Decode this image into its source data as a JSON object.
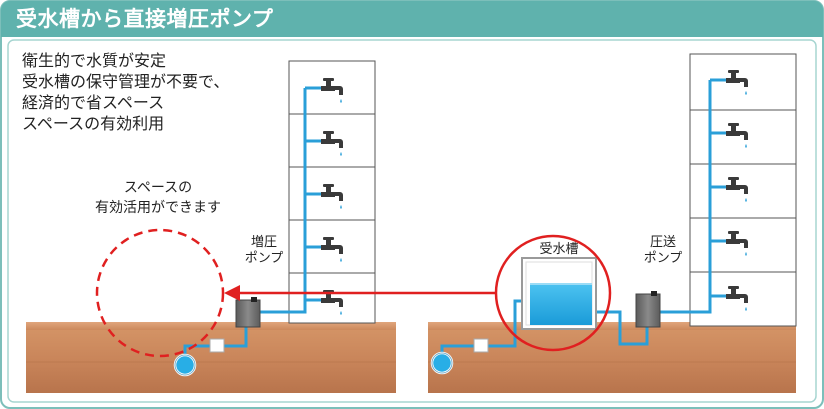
{
  "title": "受水槽から直接増圧ポンプ",
  "description_lines": [
    "衛生的で水質が安定",
    "受水槽の保守管理が不要で、",
    "経済的で省スペース",
    "スペースの有効利用"
  ],
  "space_callout": {
    "line1": "スペースの",
    "line2": "有効活用ができます"
  },
  "labels": {
    "booster_pump": [
      "増圧",
      "ポンプ"
    ],
    "receiving_tank": "受水槽",
    "transfer_pump": [
      "圧送",
      "ポンプ"
    ]
  },
  "colors": {
    "header_bg": "#5fb2ad",
    "border": "#7cbfba",
    "pipe": "#2a9fd8",
    "water": "#28aee6",
    "ground": "#c9855a",
    "callout_red": "#e02020",
    "pump": "#6d6d6d"
  },
  "icons": [
    "faucet-icon",
    "pump-icon",
    "water-meter-icon",
    "arrow-left-icon"
  ]
}
